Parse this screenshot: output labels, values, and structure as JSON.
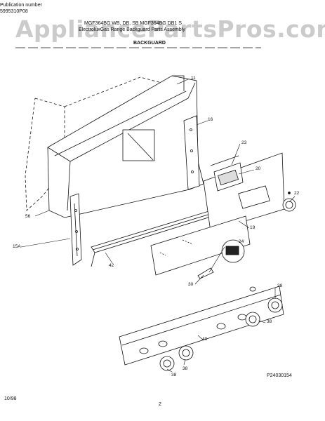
{
  "watermark": "AppliancePartsPros.com",
  "header": {
    "publication_label": "Publication number",
    "publication_number": "5995310P08",
    "models_line": "MGF364BG    WB, DB, SB    MGF364BG DB1 S",
    "subtitle_line": "ElectroluxGas Range Backguard Parts Assembly",
    "section_title": "BACKGUARD"
  },
  "parts": [
    "11",
    "16",
    "23",
    "20",
    "22",
    "19",
    "24",
    "30",
    "38",
    "38",
    "38",
    "38",
    "40",
    "42",
    "56",
    "15A"
  ],
  "figure_code": "P24030154",
  "footer": {
    "date": "10/98",
    "page": "2"
  }
}
